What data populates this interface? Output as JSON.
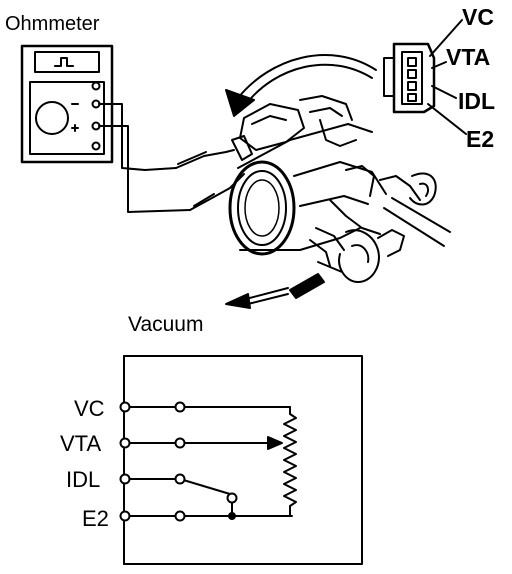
{
  "meter": {
    "title": "Ohmmeter"
  },
  "hose": {
    "label": "Vacuum"
  },
  "connector": {
    "pins": [
      "VC",
      "VTA",
      "IDL",
      "E2"
    ]
  },
  "circuit": {
    "terminals": [
      "VC",
      "VTA",
      "IDL",
      "E2"
    ]
  }
}
